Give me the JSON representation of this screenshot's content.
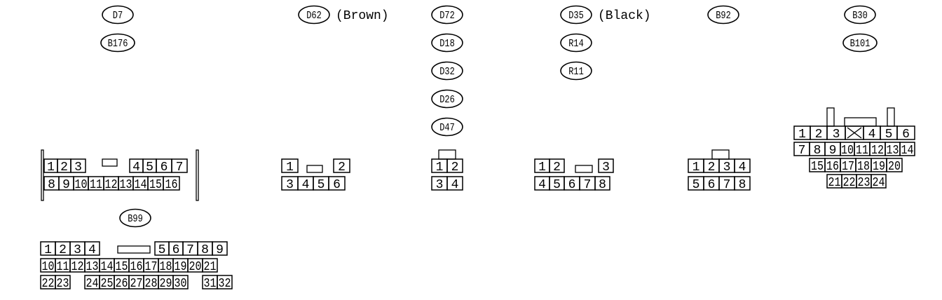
{
  "labels": [
    {
      "id": "D7"
    },
    {
      "id": "B176"
    },
    {
      "id": "D62",
      "note": "(Brown)"
    },
    {
      "id": "D72"
    },
    {
      "id": "D18"
    },
    {
      "id": "D32"
    },
    {
      "id": "D26"
    },
    {
      "id": "D47"
    },
    {
      "id": "D35",
      "note": "(Black)"
    },
    {
      "id": "R14"
    },
    {
      "id": "R11"
    },
    {
      "id": "B92"
    },
    {
      "id": "B30"
    },
    {
      "id": "B101"
    },
    {
      "id": "B99"
    }
  ],
  "connectors": [
    {
      "name": "connector-d7-b176",
      "rows": [
        [
          "1",
          "2",
          "3",
          "",
          "4",
          "5",
          "6",
          "7"
        ],
        [
          "8",
          "9",
          "10",
          "11",
          "12",
          "13",
          "14",
          "15",
          "16"
        ]
      ]
    },
    {
      "name": "connector-d62",
      "rows": [
        [
          "1",
          "",
          "2"
        ],
        [
          "3",
          "4",
          "5",
          "6"
        ]
      ]
    },
    {
      "name": "connector-d72",
      "rows": [
        [
          "1",
          "2"
        ],
        [
          "3",
          "4"
        ]
      ]
    },
    {
      "name": "connector-d35",
      "rows": [
        [
          "1",
          "2",
          "",
          "3"
        ],
        [
          "4",
          "5",
          "6",
          "7",
          "8"
        ]
      ]
    },
    {
      "name": "connector-b92",
      "rows": [
        [
          "1",
          "2",
          "3",
          "4"
        ],
        [
          "5",
          "6",
          "7",
          "8"
        ]
      ]
    },
    {
      "name": "connector-b30",
      "rows": [
        [
          "1",
          "2",
          "3",
          "X",
          "4",
          "5",
          "6"
        ],
        [
          "7",
          "8",
          "9",
          "10",
          "11",
          "12",
          "13",
          "14"
        ],
        [
          "15",
          "16",
          "17",
          "18",
          "19",
          "20"
        ],
        [
          "21",
          "22",
          "23",
          "24"
        ]
      ]
    },
    {
      "name": "connector-b99",
      "rows": [
        [
          "1",
          "2",
          "3",
          "4",
          "",
          "5",
          "6",
          "7",
          "8",
          "9"
        ],
        [
          "10",
          "11",
          "12",
          "13",
          "14",
          "15",
          "16",
          "17",
          "18",
          "19",
          "20",
          "21"
        ],
        [
          "22",
          "23",
          "",
          "24",
          "25",
          "26",
          "27",
          "28",
          "29",
          "30",
          "",
          "31",
          "32"
        ]
      ]
    }
  ],
  "colors": {
    "line": "#000000",
    "background": "#ffffff"
  }
}
